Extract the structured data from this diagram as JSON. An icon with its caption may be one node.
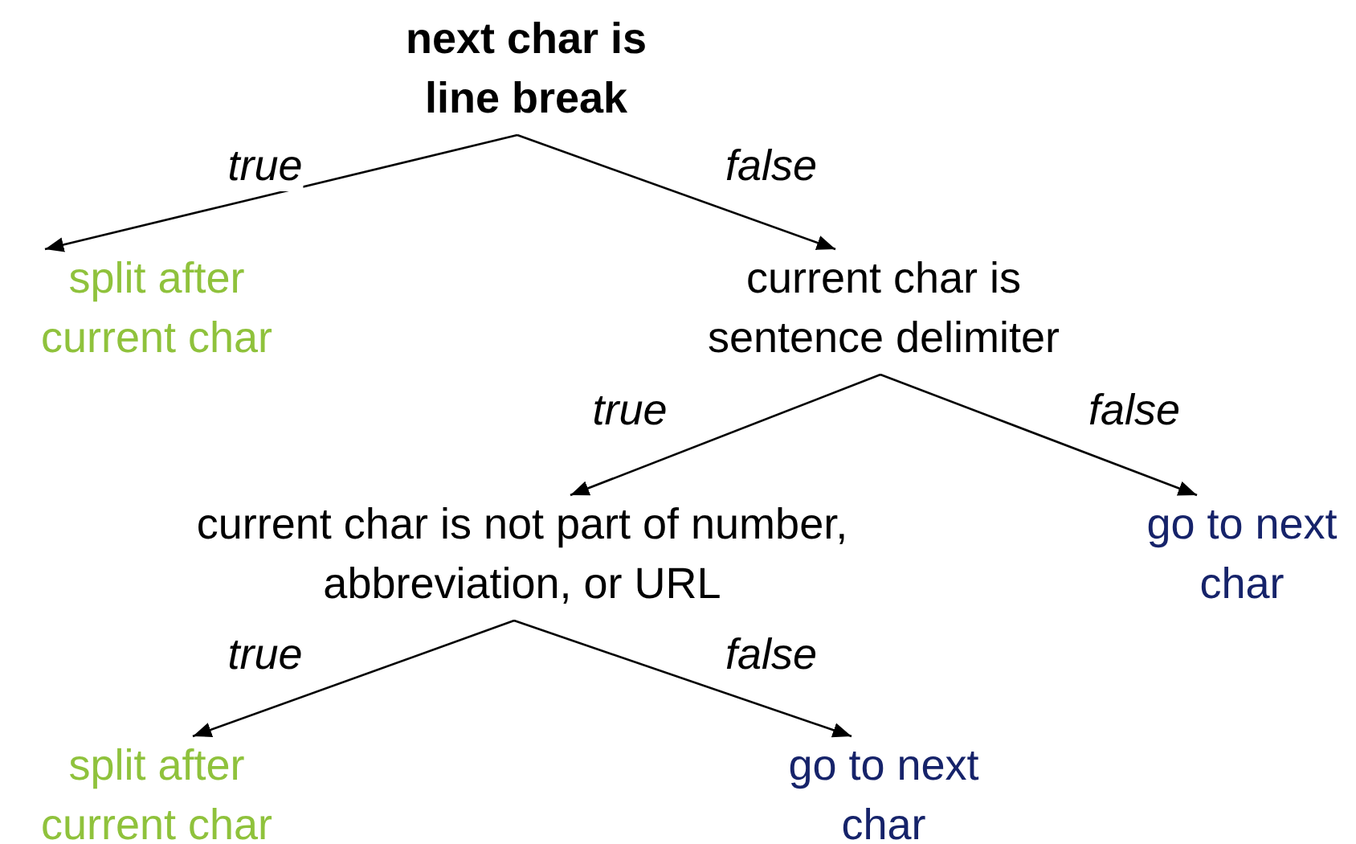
{
  "diagram": {
    "nodes": [
      {
        "text": [
          "next char is line break"
        ]
      },
      {
        "text": [
          "split after current char"
        ]
      },
      {
        "text": [
          "current char is sentence delimiter"
        ]
      },
      {
        "text": [
          "current char is not part of number, abbreviation, or URL"
        ]
      },
      {
        "text": [
          "go to next char"
        ]
      },
      {
        "text": [
          "split after current char"
        ]
      },
      {
        "text": [
          "go to next char"
        ]
      }
    ],
    "edges": [
      {
        "from": 0,
        "to": 1,
        "arrow": "to",
        "label": "true"
      },
      {
        "from": 0,
        "to": 2,
        "arrow": "to",
        "label": "false"
      },
      {
        "from": 2,
        "to": 3,
        "arrow": "to",
        "label": "true"
      },
      {
        "from": 2,
        "to": 4,
        "arrow": "to",
        "label": "false"
      },
      {
        "from": 3,
        "to": 5,
        "arrow": "to",
        "label": "true"
      },
      {
        "from": 3,
        "to": 6,
        "arrow": "to",
        "label": "false"
      }
    ]
  }
}
